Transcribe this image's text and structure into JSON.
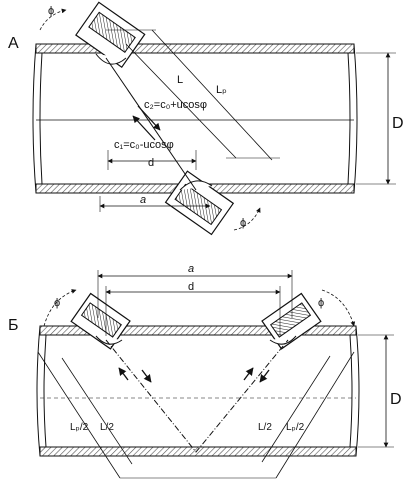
{
  "panel_a": {
    "label": "А",
    "phi_top": "ϕ",
    "phi_bottom": "ϕ",
    "L": "L",
    "Lp": "Lₚ",
    "D": "D",
    "c2": "c₂=c₀+ucosφ",
    "c1": "c₁=c₀-ucosφ",
    "d": "d",
    "a": "a"
  },
  "panel_b": {
    "label": "Б",
    "a": "a",
    "d": "d",
    "phi_left": "ϕ",
    "phi_right": "ϕ",
    "D": "D",
    "Lp2_left": "Lₚ/2",
    "L2_left": "L/2",
    "L2_right": "L/2",
    "Lp2_right": "Lₚ/2"
  },
  "colors": {
    "ink": "#111111",
    "hatch": "#555555",
    "background": "#ffffff"
  }
}
